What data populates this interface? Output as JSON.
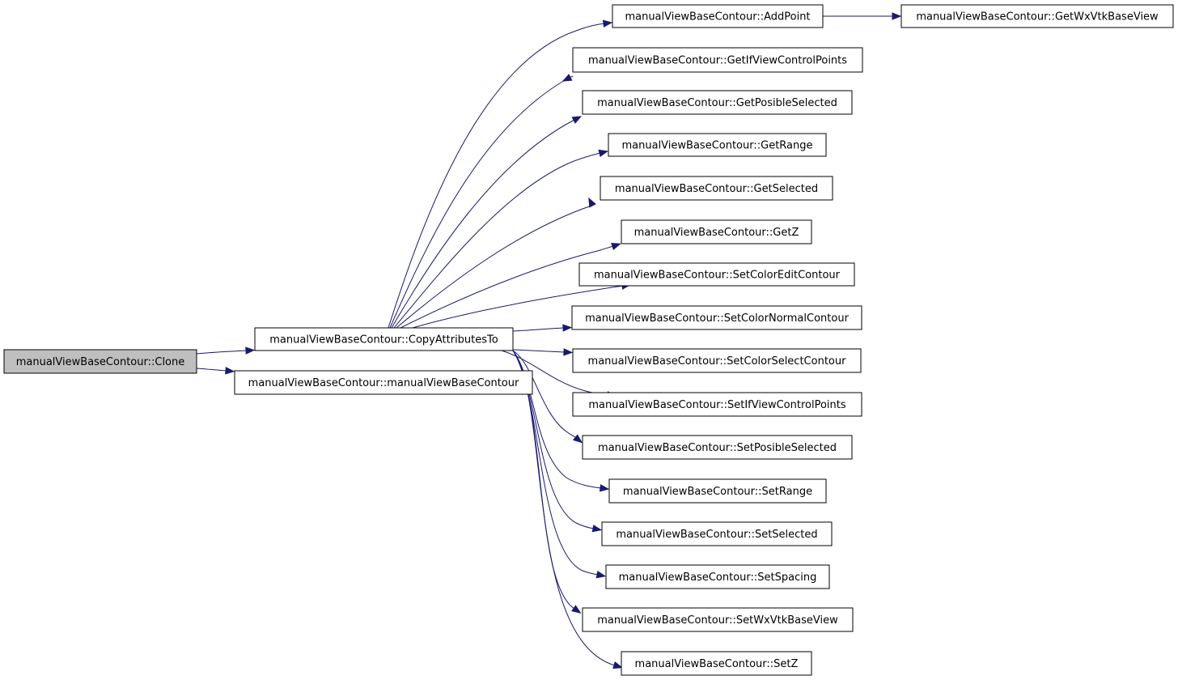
{
  "graph": {
    "root": "manualViewBaseContour::Clone",
    "nodes": [
      "manualViewBaseContour::Clone",
      "manualViewBaseContour::CopyAttributesTo",
      "manualViewBaseContour::manualViewBaseContour",
      "manualViewBaseContour::AddPoint",
      "manualViewBaseContour::GetWxVtkBaseView",
      "manualViewBaseContour::GetIfViewControlPoints",
      "manualViewBaseContour::GetPosibleSelected",
      "manualViewBaseContour::GetRange",
      "manualViewBaseContour::GetSelected",
      "manualViewBaseContour::GetZ",
      "manualViewBaseContour::SetColorEditContour",
      "manualViewBaseContour::SetColorNormalContour",
      "manualViewBaseContour::SetColorSelectContour",
      "manualViewBaseContour::SetIfViewControlPoints",
      "manualViewBaseContour::SetPosibleSelected",
      "manualViewBaseContour::SetRange",
      "manualViewBaseContour::SetSelected",
      "manualViewBaseContour::SetSpacing",
      "manualViewBaseContour::SetWxVtkBaseView",
      "manualViewBaseContour::SetZ"
    ],
    "edges": [
      [
        "manualViewBaseContour::Clone",
        "manualViewBaseContour::CopyAttributesTo"
      ],
      [
        "manualViewBaseContour::Clone",
        "manualViewBaseContour::manualViewBaseContour"
      ],
      [
        "manualViewBaseContour::CopyAttributesTo",
        "manualViewBaseContour::AddPoint"
      ],
      [
        "manualViewBaseContour::CopyAttributesTo",
        "manualViewBaseContour::GetIfViewControlPoints"
      ],
      [
        "manualViewBaseContour::CopyAttributesTo",
        "manualViewBaseContour::GetPosibleSelected"
      ],
      [
        "manualViewBaseContour::CopyAttributesTo",
        "manualViewBaseContour::GetRange"
      ],
      [
        "manualViewBaseContour::CopyAttributesTo",
        "manualViewBaseContour::GetSelected"
      ],
      [
        "manualViewBaseContour::CopyAttributesTo",
        "manualViewBaseContour::GetZ"
      ],
      [
        "manualViewBaseContour::CopyAttributesTo",
        "manualViewBaseContour::SetColorEditContour"
      ],
      [
        "manualViewBaseContour::CopyAttributesTo",
        "manualViewBaseContour::SetColorNormalContour"
      ],
      [
        "manualViewBaseContour::CopyAttributesTo",
        "manualViewBaseContour::SetColorSelectContour"
      ],
      [
        "manualViewBaseContour::CopyAttributesTo",
        "manualViewBaseContour::SetIfViewControlPoints"
      ],
      [
        "manualViewBaseContour::CopyAttributesTo",
        "manualViewBaseContour::SetPosibleSelected"
      ],
      [
        "manualViewBaseContour::CopyAttributesTo",
        "manualViewBaseContour::SetRange"
      ],
      [
        "manualViewBaseContour::CopyAttributesTo",
        "manualViewBaseContour::SetSelected"
      ],
      [
        "manualViewBaseContour::CopyAttributesTo",
        "manualViewBaseContour::SetSpacing"
      ],
      [
        "manualViewBaseContour::CopyAttributesTo",
        "manualViewBaseContour::SetWxVtkBaseView"
      ],
      [
        "manualViewBaseContour::CopyAttributesTo",
        "manualViewBaseContour::SetZ"
      ],
      [
        "manualViewBaseContour::AddPoint",
        "manualViewBaseContour::GetWxVtkBaseView"
      ]
    ],
    "colors": {
      "edge": "#191970",
      "root_fill": "#bfbfbf",
      "node_fill": "#ffffff",
      "node_border": "#000000"
    }
  }
}
